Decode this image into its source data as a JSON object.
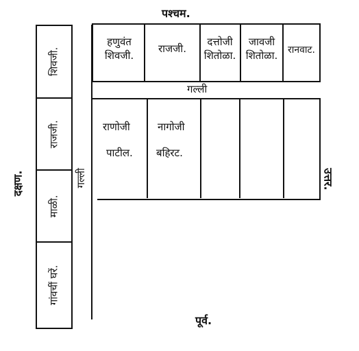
{
  "directions": {
    "west": "पश्चम.",
    "south": "दक्षण.",
    "north": "उत्तर.",
    "east": "पूर्व."
  },
  "left_column": [
    "शिवजी.",
    "राजजी.",
    "माळी.",
    "गांवचीं घरें."
  ],
  "lane_label": "गल्ली",
  "top_row": [
    {
      "line1": "हणुवंत",
      "line2": "शिवजी."
    },
    {
      "line1": "राजजी.",
      "line2": ""
    },
    {
      "line1": "दत्तोजी",
      "line2": "शितोळा."
    },
    {
      "line1": "जावजी",
      "line2": "शितोळा."
    },
    {
      "line1": "रानवाट.",
      "line2": ""
    }
  ],
  "middle_lane": "गल्ली",
  "bottom_row": [
    {
      "line1": "राणोजी",
      "line2": "पाटील."
    },
    {
      "line1": "नागोजी",
      "line2": "बहिरट."
    },
    {
      "line1": "",
      "line2": ""
    },
    {
      "line1": "",
      "line2": ""
    },
    {
      "line1": "",
      "line2": ""
    }
  ]
}
